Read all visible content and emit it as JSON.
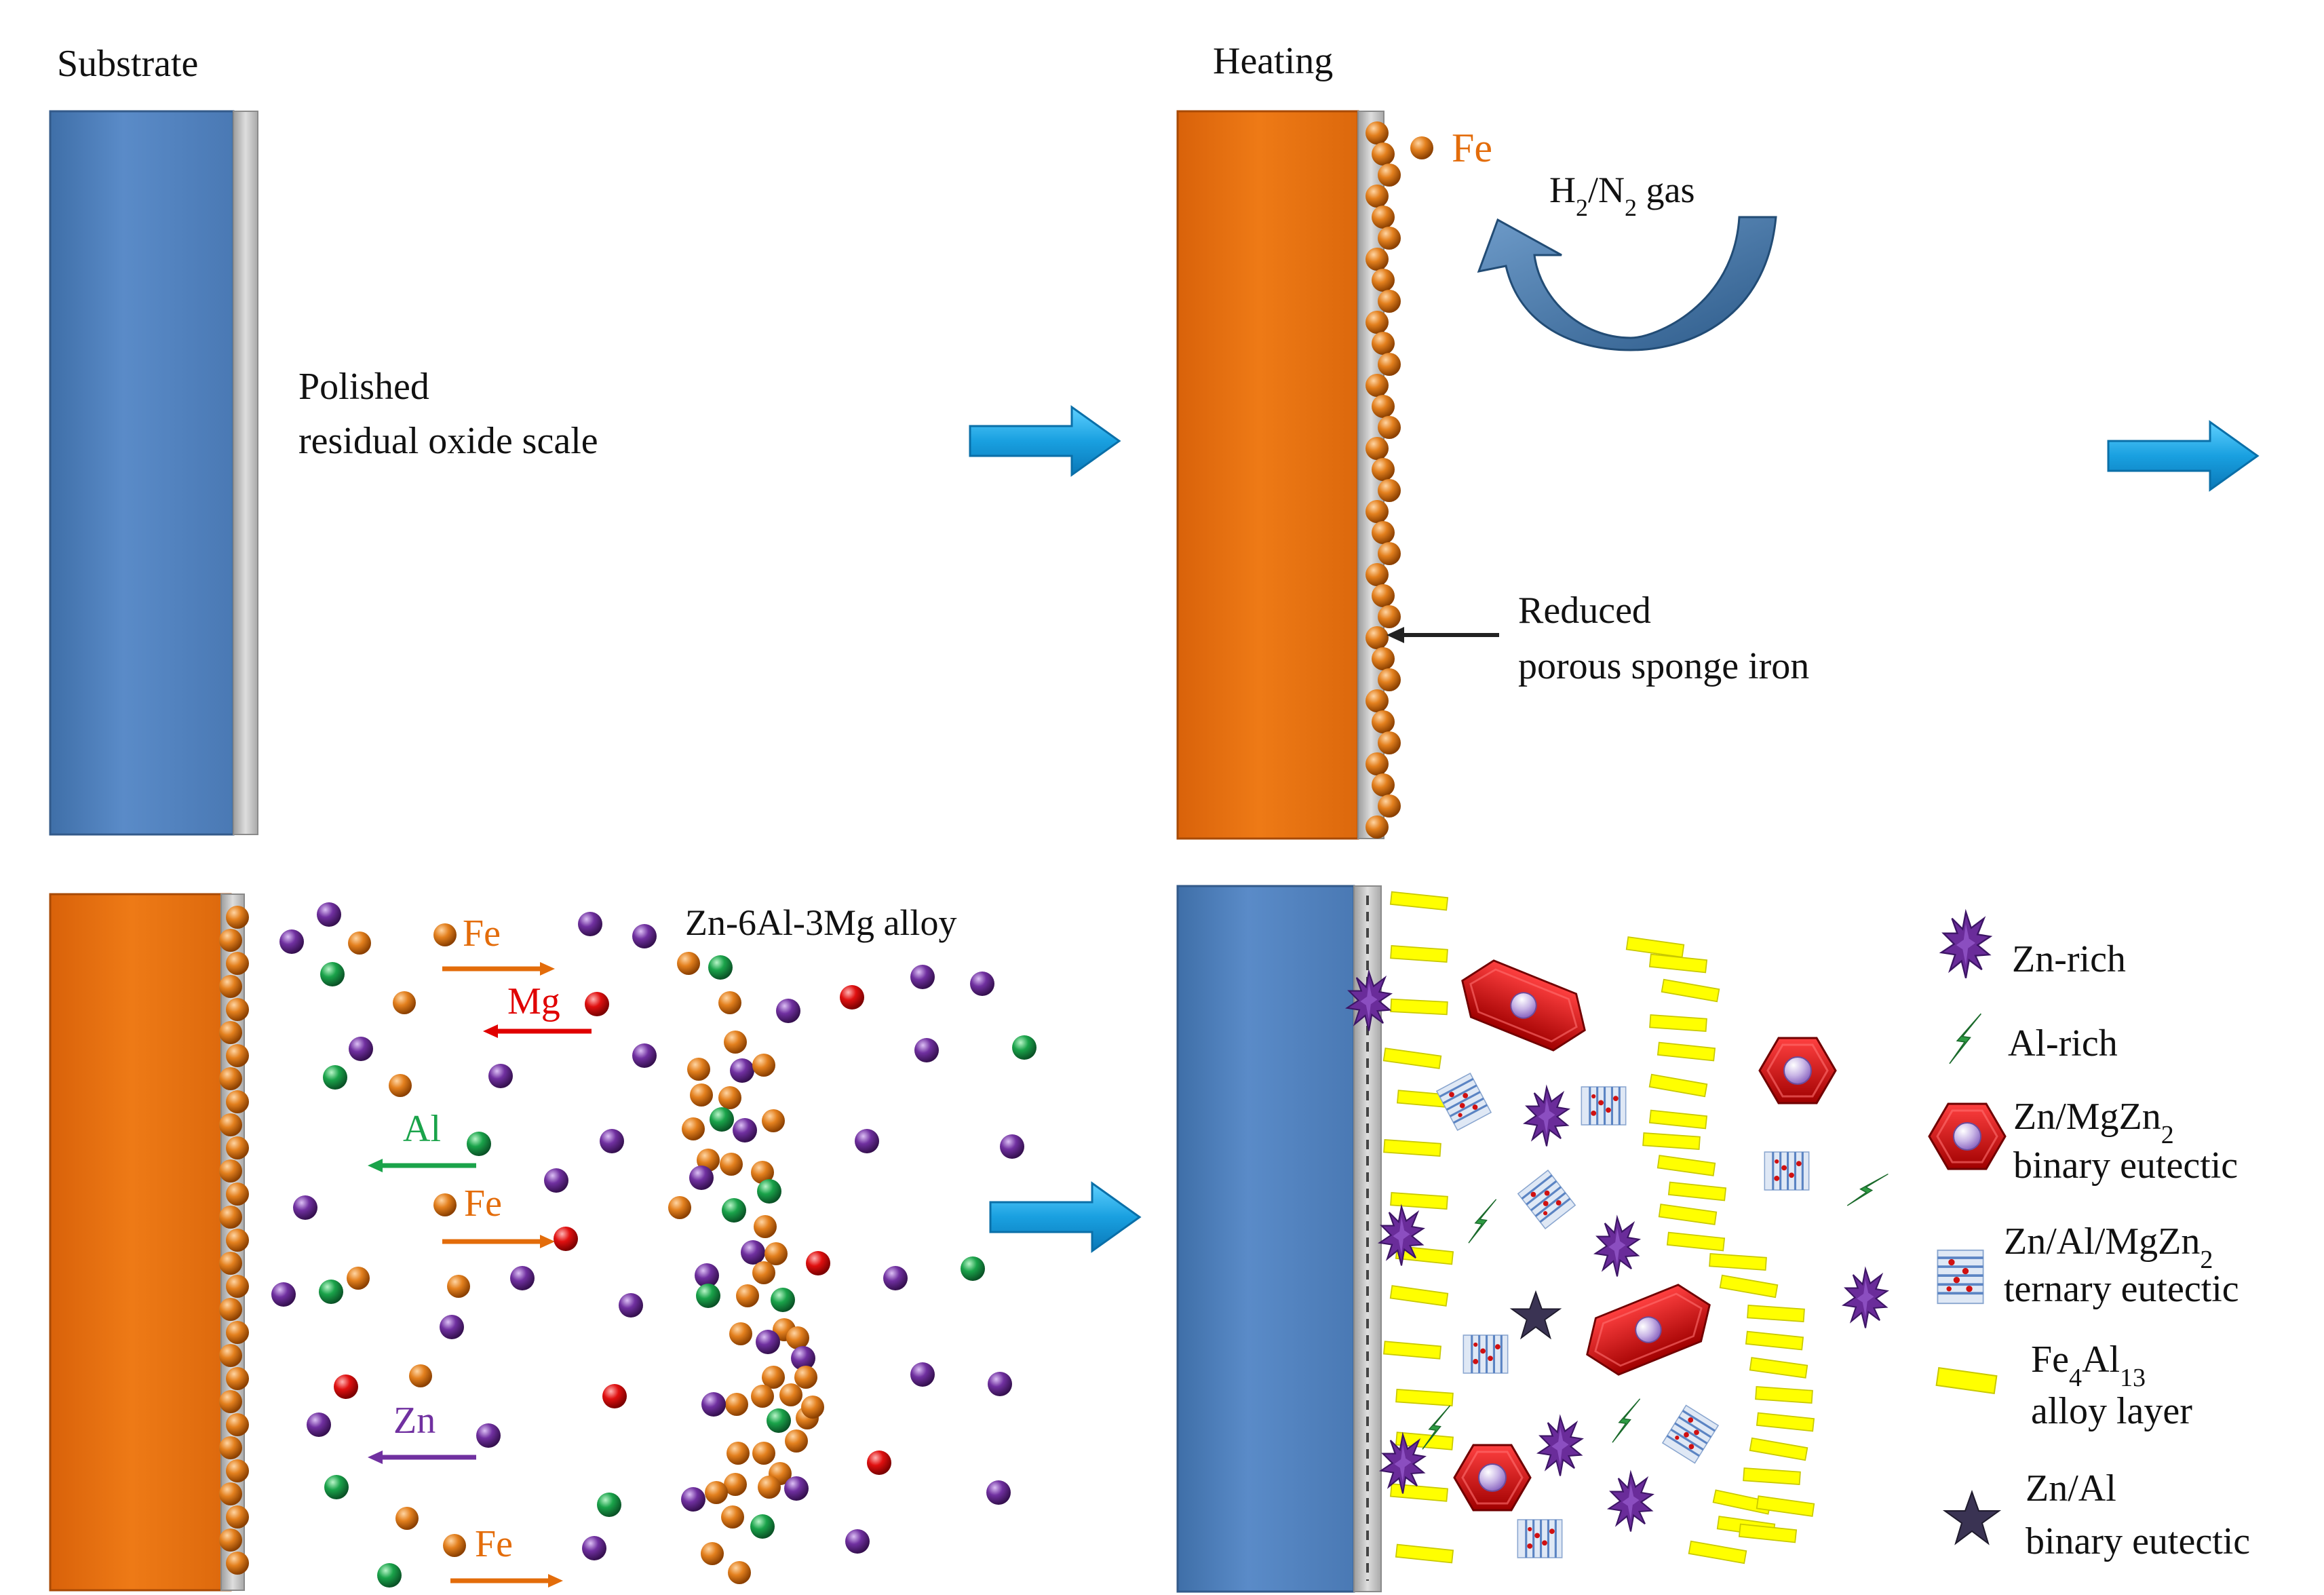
{
  "panels": {
    "substrate": {
      "title": "Substrate",
      "label_line1": "Polished",
      "label_line2": "residual oxide scale"
    },
    "heating": {
      "title": "Heating",
      "fe_label": "Fe",
      "gas_prefix": "H",
      "gas_sub1": "2",
      "gas_slash": "/N",
      "gas_sub2": "2",
      "gas_suffix": " gas",
      "reduced_line1": "Reduced",
      "reduced_line2": "porous sponge iron"
    },
    "alloy": {
      "title": "Zn-6Al-3Mg alloy",
      "fe_1": "Fe",
      "mg": "Mg",
      "al": "Al",
      "fe_2": "Fe",
      "zn": "Zn",
      "fe_3": "Fe"
    },
    "legend": {
      "zn_rich": "Zn-rich",
      "al_rich": "Al-rich",
      "mgzn2_line1": "Zn/MgZn",
      "mgzn2_sub": "2",
      "mgzn2_line2": "binary eutectic",
      "ternary_line1": "Zn/Al/MgZn",
      "ternary_sub": "2",
      "ternary_line2": "ternary eutectic",
      "fe4al13_fe": "Fe",
      "fe4al13_sub1": "4",
      "fe4al13_al": "Al",
      "fe4al13_sub2": "13",
      "fe4al13_line2": "alloy layer",
      "znal_line1": "Zn/Al",
      "znal_line2": "binary eutectic"
    }
  },
  "colors": {
    "steel_blue": "#4f81bd",
    "fe_orange": "#e36c0a",
    "fe_text": "#e36c0a",
    "mg_red": "#e00000",
    "al_green": "#1aa34a",
    "zn_purple": "#7030a0",
    "arrow_cyan": "#1aa3e0",
    "gas_arrow": "#3d6c9c",
    "fe4al13_yellow": "#ffff00",
    "mgzn2_red": "#c00000",
    "zn_rich_purple": "#6a2c9a",
    "al_rich_green": "#2e9b43",
    "star_navy": "#3a3353"
  }
}
